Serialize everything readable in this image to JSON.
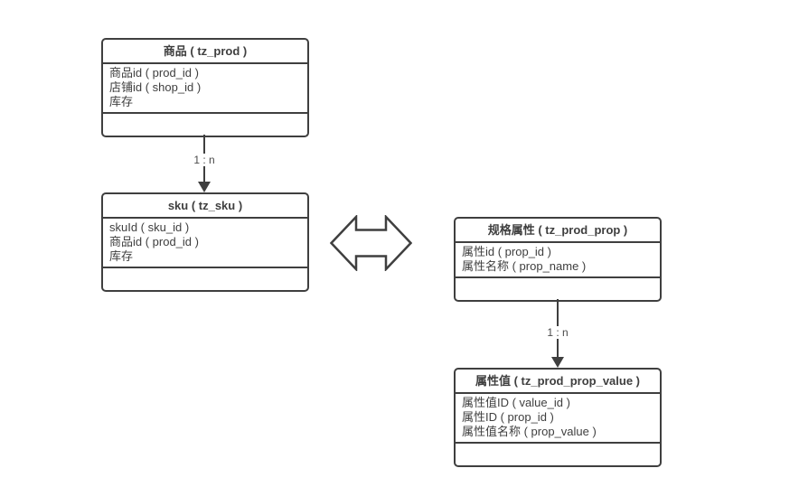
{
  "diagram": {
    "background": "#ffffff",
    "colors": {
      "border": "#3f3f3f",
      "text": "#3f3f3f",
      "relation_label_text": "#4a4a4a",
      "shape_fill": "#ffffff"
    },
    "tables": [
      {
        "name": "prod",
        "title": "商品 ( tz_prod )",
        "fields": [
          "商品id ( prod_id )",
          "店铺id ( shop_id )",
          "库存"
        ]
      },
      {
        "name": "sku",
        "title": "sku ( tz_sku )",
        "fields": [
          "skuId ( sku_id )",
          "商品id ( prod_id )",
          "库存"
        ]
      },
      {
        "name": "prod-prop",
        "title": "规格属性 ( tz_prod_prop )",
        "fields": [
          "属性id ( prop_id )",
          "属性名称 ( prop_name )"
        ]
      },
      {
        "name": "prod-prop-value",
        "title": "属性值 ( tz_prod_prop_value )",
        "fields": [
          "属性值ID ( value_id )",
          "属性ID ( prop_id )",
          "属性值名称 ( prop_value )"
        ]
      }
    ],
    "relations": [
      {
        "from": "prod",
        "to": "sku",
        "label": "1 : n"
      },
      {
        "from": "prod-prop",
        "to": "prod-prop-value",
        "label": "1 : n"
      }
    ]
  }
}
